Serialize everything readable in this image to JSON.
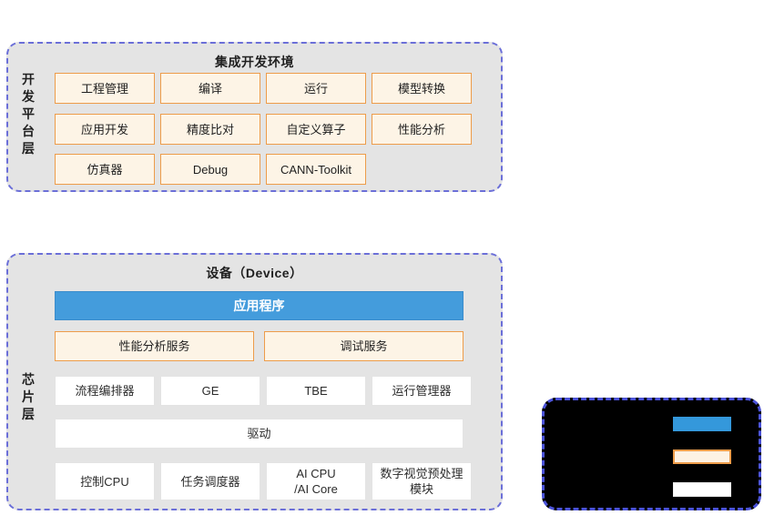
{
  "colors": {
    "panel_bg": "#e4e4e4",
    "panel_border": "#6b6fd8",
    "cream_fill": "#fdf4e6",
    "orange_border": "#ed9c4a",
    "blue_fill": "#449cdc",
    "white_fill": "#ffffff",
    "legend_border": "#4a52d8",
    "legend_bg": "#000000"
  },
  "dev_platform": {
    "side_label": "开发平台层",
    "title": "集成开发环境",
    "rows": [
      [
        {
          "label": "工程管理",
          "style": "cream"
        },
        {
          "label": "编译",
          "style": "cream"
        },
        {
          "label": "运行",
          "style": "cream"
        },
        {
          "label": "模型转换",
          "style": "cream"
        }
      ],
      [
        {
          "label": "应用开发",
          "style": "cream"
        },
        {
          "label": "精度比对",
          "style": "cream"
        },
        {
          "label": "自定义算子",
          "style": "cream"
        },
        {
          "label": "性能分析",
          "style": "cream"
        }
      ],
      [
        {
          "label": "仿真器",
          "style": "cream"
        },
        {
          "label": "Debug",
          "style": "cream"
        },
        {
          "label": "CANN-Toolkit",
          "style": "cream"
        }
      ]
    ]
  },
  "chip_layer": {
    "side_label": "芯片层",
    "title": "设备（Device）",
    "application_bar": {
      "label": "应用程序",
      "style": "blue"
    },
    "service_row": [
      {
        "label": "性能分析服务",
        "style": "cream"
      },
      {
        "label": "调试服务",
        "style": "cream"
      }
    ],
    "component_row": [
      {
        "label": "流程编排器",
        "style": "white"
      },
      {
        "label": "GE",
        "style": "white"
      },
      {
        "label": "TBE",
        "style": "white"
      },
      {
        "label": "运行管理器",
        "style": "white"
      }
    ],
    "driver_bar": {
      "label": "驱动",
      "style": "white"
    },
    "hardware_row": [
      {
        "label": "控制CPU",
        "style": "white"
      },
      {
        "label": "任务调度器",
        "style": "white"
      },
      {
        "label": "AI CPU\n/AI Core",
        "style": "white"
      },
      {
        "label": "数字视觉预处理\n模块",
        "style": "white"
      }
    ]
  },
  "legend": {
    "swatches": [
      {
        "name": "blue-swatch",
        "style": "blue"
      },
      {
        "name": "cream-swatch",
        "style": "cream"
      },
      {
        "name": "white-swatch",
        "style": "white"
      }
    ]
  }
}
